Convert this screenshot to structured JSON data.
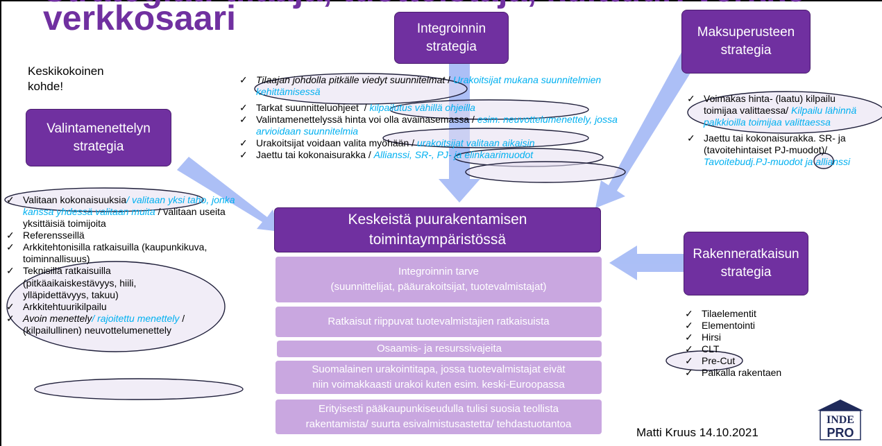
{
  "title": "verkkosaari",
  "title_cut": "Strategiat: tilaaja, tuotteistaja, kulttuuri verkko",
  "note": "Keskikokoinen\nkohde!",
  "boxes": {
    "integration": "Integroinnin\nstrategia",
    "payment": "Maksuperusteen\nstrategia",
    "selection": "Valintamenettelyn\nstrategia",
    "structure": "Rakenneratkaisun\nstrategia",
    "center": "Keskeistä puurakentamisen\ntoimintaympäristössä"
  },
  "integration_list": [
    {
      "main": "Tilaajan johdolla pitkälle viedyt suunnitelmat",
      "sep": " / ",
      "alt": "Urakoitsijat mukana suunnitelmien kehittämisessä"
    },
    {
      "main": "Tarkat suunnitteluohjeet",
      "sep": " / ",
      "alt": "kilpailutus vähillä ohjeilla"
    },
    {
      "main": "Valintamenettelyssä hinta voi olla avainasemassa",
      "sep": " / ",
      "alt": "esim. neuvottelumenettely, jossa arvioidaan suunnitelmia"
    },
    {
      "main": "Urakoitsijat voidaan valita myöhään",
      "sep": " / ",
      "alt": "urakoitsijat valitaan aikaisin"
    },
    {
      "main": "Jaettu tai kokonaisurakka",
      "sep": " / ",
      "alt": "Allianssi, SR-, PJ- ja elinkaarimuodot"
    }
  ],
  "payment_list": [
    {
      "main": "Voimakas hinta- (laatu) kilpailu toimijaa valittaessa/ ",
      "alt": "Kilpailu lähinnä palkkioilla toimijaa valittaessa"
    },
    {
      "main": "Jaettu tai kokonaisurakka. SR- ja (tavoitehintaiset PJ-muodot)/ ",
      "alt": "Tavoitebudj.PJ-muodot ja allianssi"
    }
  ],
  "selection_list": [
    {
      "main": "Valitaan kokonaisuuksia",
      "alt": "/ valitaan yksi taho, jonka kanssa yhdessä valitaan muita",
      "tail": " / valitaan useita yksittäisiä toimijoita"
    },
    {
      "main": "Referensseillä"
    },
    {
      "main": "Arkkitehtonisilla ratkaisuilla (kaupunkikuva, toiminnallisuus)"
    },
    {
      "main": "Teknisillä ratkaisuilla (pitkäaikaiskestävyys, hiili, ylläpidettävyys, takuu)"
    },
    {
      "main": "Arkkitehtuurikilpailu"
    },
    {
      "main": "Avoin menettely",
      "alt": "/ rajoitettu menettely",
      "tail": " / (kilpailullinen) neuvottelumenettely"
    }
  ],
  "structure_list": [
    "Tilaelementit",
    "Elementointi",
    "Hirsi",
    "CLT",
    "Pre-Cut",
    "Paikalla rakentaen"
  ],
  "purple_boxes": [
    "Integroinnin tarve\n(suunnittelijat, pääurakoitsijat, tuotevalmistajat)",
    "Ratkaisut riippuvat tuotevalmistajien ratkaisuista",
    "Osaamis- ja resurssivajeita",
    "Suomalainen urakointitapa, jossa tuotevalmistajat eivät\nniin voimakkaasti urakoi kuten esim. keski-Euroopassa",
    "Erityisesti pääkaupunkiseudulla tulisi suosia teollista\nrakentamista/ suurta esivalmistusastetta/ tehdastuotantoa"
  ],
  "author": "Matti Kruus 14.10.2021",
  "logo": {
    "line1": "INDE",
    "line2": "PRO"
  },
  "colors": {
    "box": "#7030a0",
    "light_box": "#c9a7e0",
    "arrow": "#9db4f5",
    "italic_alt": "#00b0f0",
    "ellipse_fill": "#e6def0",
    "ellipse_stroke": "#1f1f3a"
  }
}
